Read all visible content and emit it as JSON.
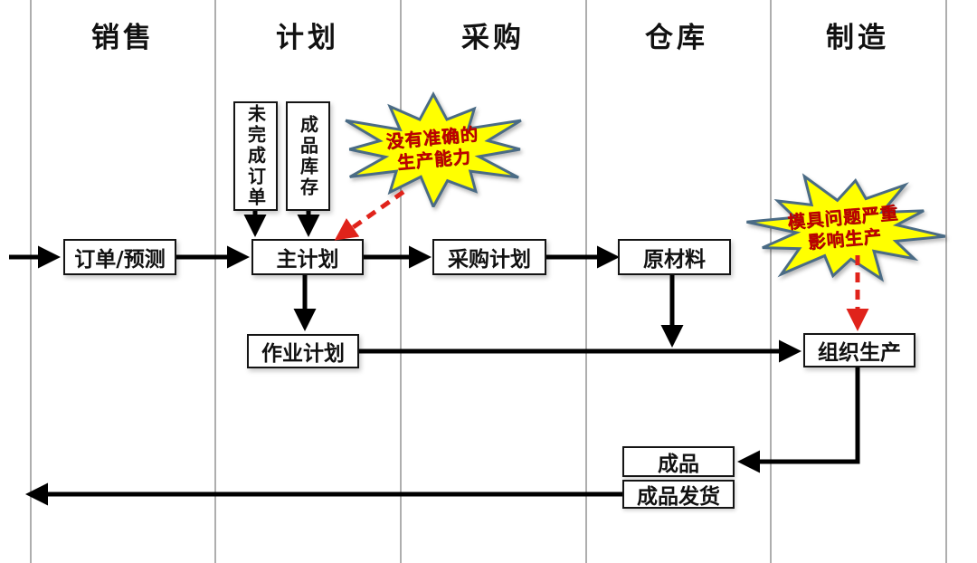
{
  "lanes": [
    {
      "label": "销售"
    },
    {
      "label": "计划"
    },
    {
      "label": "采购"
    },
    {
      "label": "仓库"
    },
    {
      "label": "制造"
    }
  ],
  "nodes": {
    "order_forecast": {
      "label": "订单/预测"
    },
    "unfinished_orders": {
      "label": "未完成订单"
    },
    "finished_inventory": {
      "label": "成品库存"
    },
    "master_plan": {
      "label": "主计划"
    },
    "purchase_plan": {
      "label": "采购计划"
    },
    "raw_materials": {
      "label": "原材料"
    },
    "operation_plan": {
      "label": "作业计划"
    },
    "organize_production": {
      "label": "组织生产"
    },
    "finished_goods": {
      "label": "成品"
    },
    "finished_goods_shipping": {
      "label": "成品发货"
    }
  },
  "callouts": {
    "capacity": {
      "line1": "没有准确的",
      "line2": "生产能力"
    },
    "mold": {
      "line1": "模具问题严重",
      "line2": "影响生产"
    }
  },
  "colors": {
    "burst_fill": "#ffff00",
    "burst_border": "#4a6b85",
    "burst_text": "#c00000",
    "warning_arrow": "#e0231b",
    "flow_arrow": "#000000",
    "lane_line": "#9a9a9a",
    "node_border": "#141414",
    "node_fill": "#ffffff"
  }
}
